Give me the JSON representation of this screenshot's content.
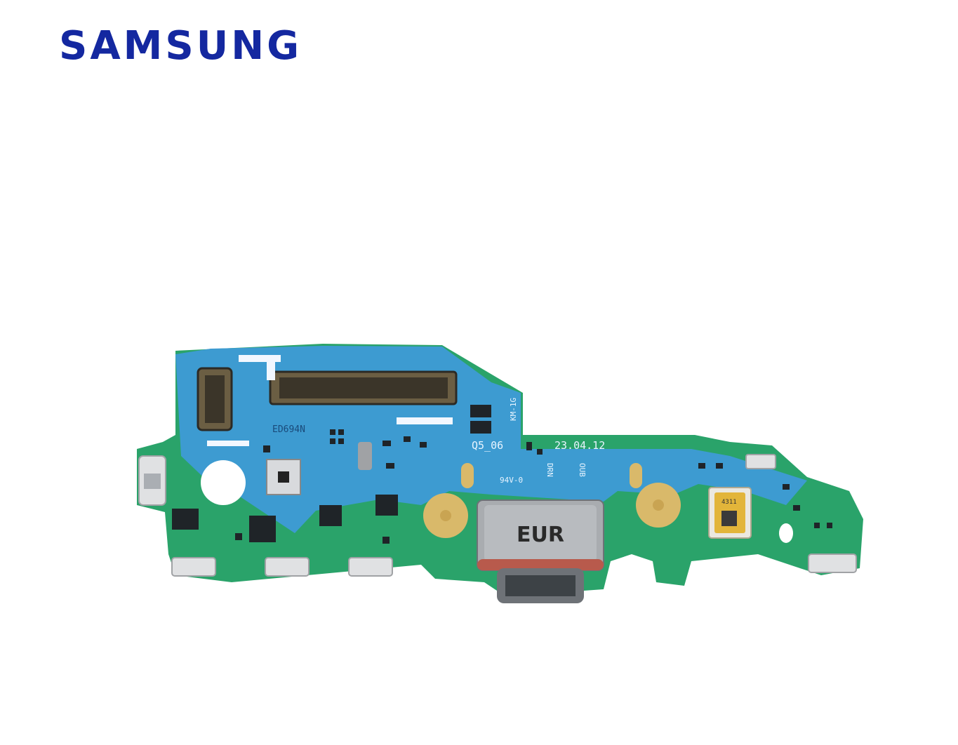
{
  "brand": {
    "logo_text": "SAMSUNG",
    "color": "#1428a0"
  },
  "product": {
    "usb_label": "EUR",
    "silkscreen": {
      "model_code": "Q5_06",
      "date_code": "23.04.12",
      "part_code": "ED694N",
      "vertical_code": "KM-1G",
      "rating": "94V-0",
      "drn": "DRN",
      "oub": "OUB",
      "chip_code": "4311"
    }
  },
  "colors": {
    "pcb_blue": "#3d9bd1",
    "pcb_green": "#2aa36a",
    "gold": "#d9b96a",
    "connector": "#6b5e43",
    "usb_metal": "#a9acb0",
    "usb_ring": "#b85a4c"
  }
}
